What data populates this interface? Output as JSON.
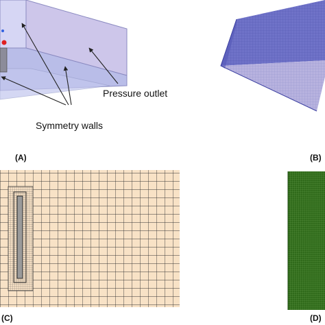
{
  "panels": {
    "a": {
      "label": "(A)",
      "annotations": {
        "pressure_outlet": "Pressure outlet",
        "symmetry_walls": "Symmetry walls"
      }
    },
    "b": {
      "label": "(B)"
    },
    "c": {
      "label": "(C)"
    },
    "d": {
      "label": "(D)"
    }
  },
  "colors": {
    "domain_fill": "#c9c9ef",
    "domain_edge": "#7f7fb8",
    "mesh_blue": "#3b3fa0",
    "mesh_grid_bg": "#f8e2c6",
    "mesh_green": "#2f6a1a",
    "marker_red": "#e02020"
  }
}
